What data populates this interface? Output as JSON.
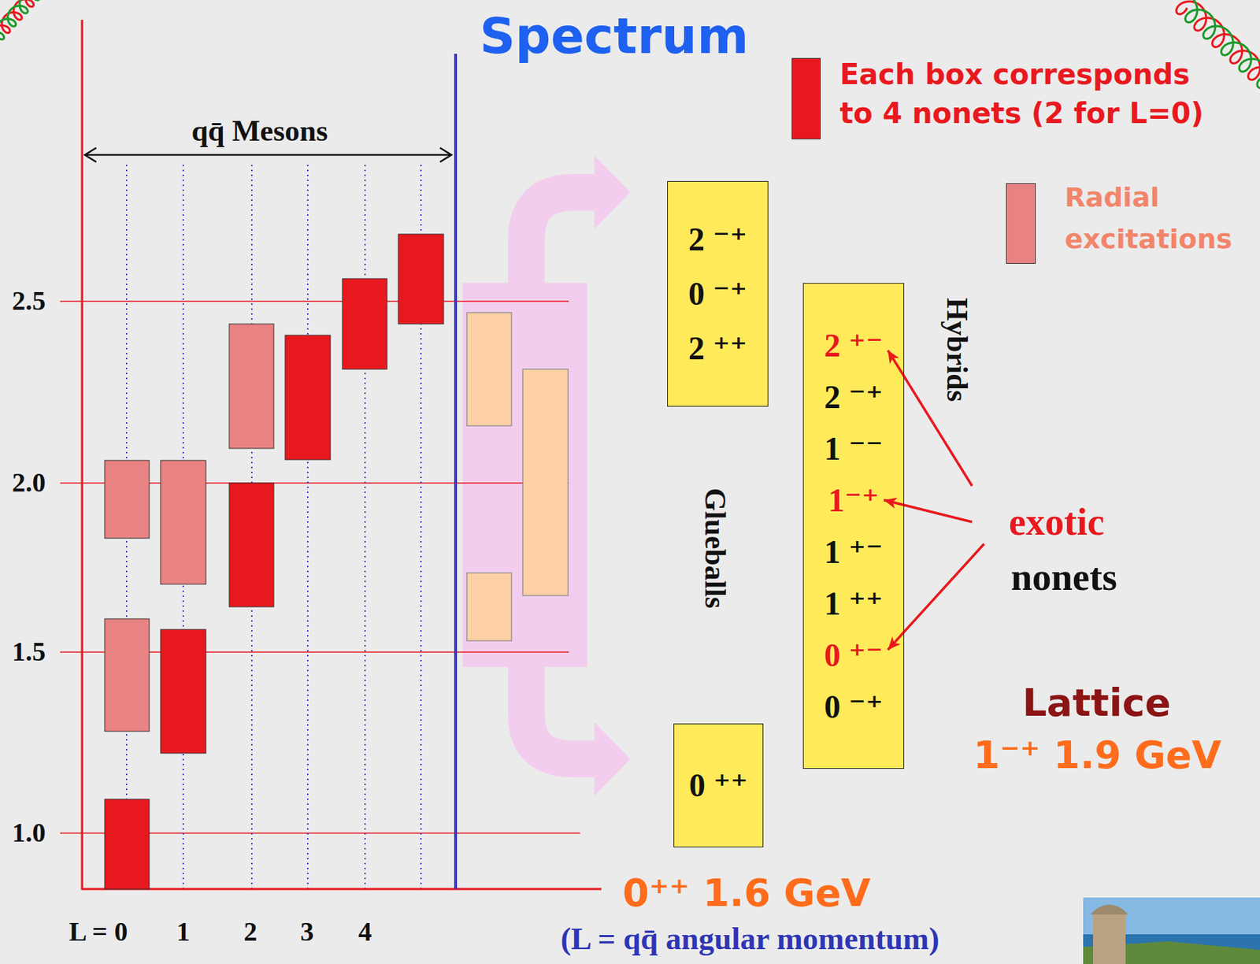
{
  "diagram": {
    "title": "Spectrum",
    "nodes": [
      {
        "text": [
          "2 ⁻⁺",
          "0 ⁻⁺",
          "2 ⁺⁺"
        ]
      },
      {
        "text": [
          "0 ⁺⁺"
        ]
      },
      {
        "text": [
          "Hybrids",
          "2 ⁺⁻",
          "2 ⁻⁺",
          "1 ⁻⁻",
          "1⁻⁺",
          "1 ⁺⁻",
          "1 ⁺⁺",
          "0 ⁺⁻",
          "0 ⁻⁺"
        ]
      }
    ],
    "labels": [
      "qq̄ Mesons",
      "2.5",
      "2.0",
      "1.5",
      "1.0",
      "L = 0",
      "1",
      "2",
      "3",
      "4",
      "Glueballs",
      "exotic",
      "nonets",
      "Lattice",
      "1⁻⁺ 1.9 GeV",
      "0⁺⁺ 1.6 GeV",
      "(L = qq̄ angular momentum)"
    ],
    "legend": [
      {
        "text": "Each box corresponds to 4 nonets (2 for L=0)",
        "color": "#e8191e"
      },
      {
        "text": "Radial excitations",
        "color": "#e98282"
      }
    ]
  }
}
